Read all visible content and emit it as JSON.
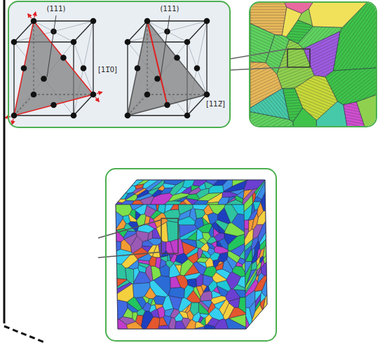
{
  "diagram": {
    "labels": [
      "(111)",
      "[11̅0]",
      "(111)",
      "[112̅]"
    ]
  }
}
